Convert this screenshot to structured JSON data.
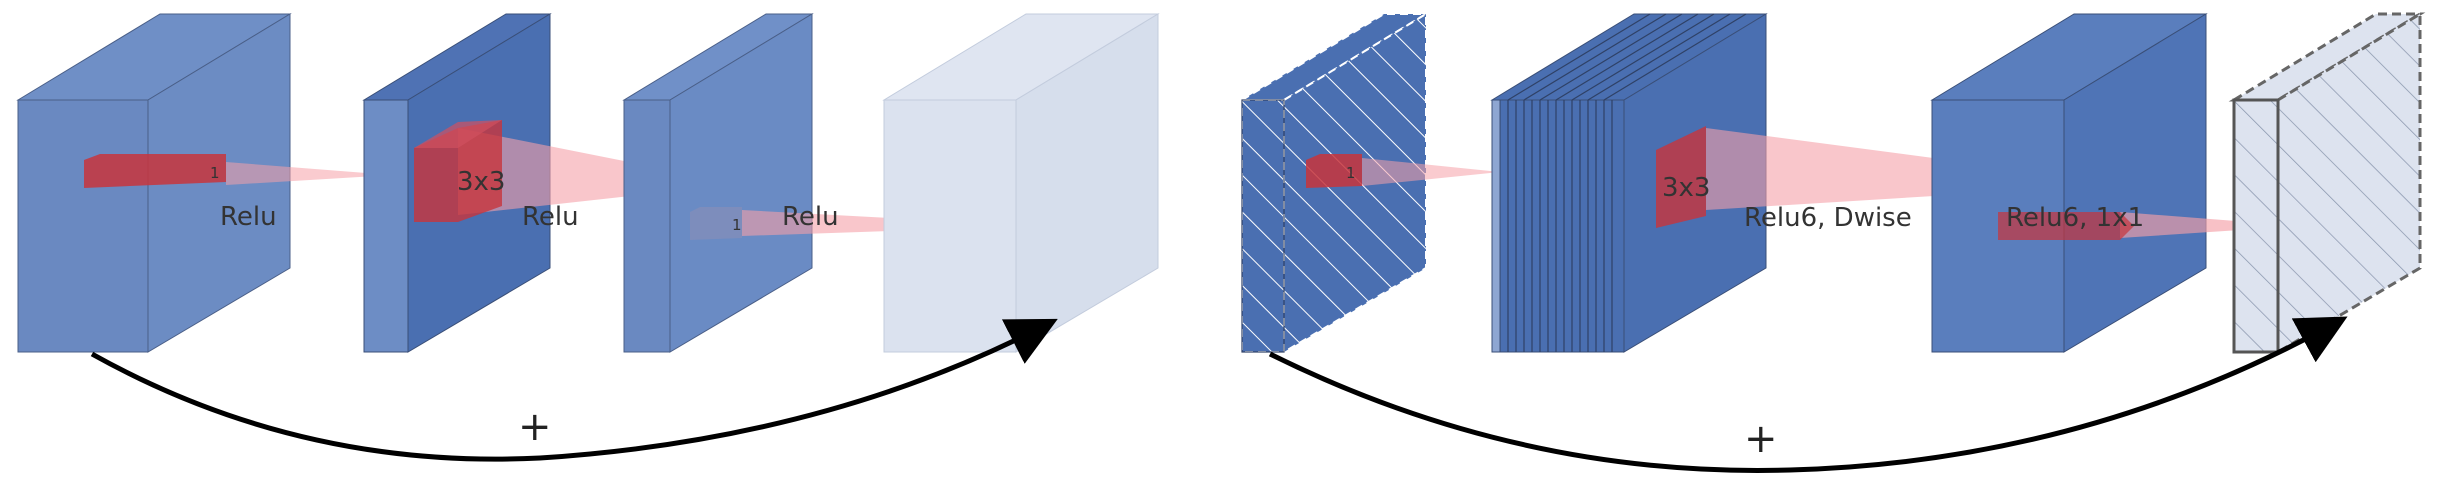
{
  "colors": {
    "block": "#5b7fbd",
    "block_light": "#dbe2ef",
    "kernel": "#c8353c",
    "cone": "#f5a0a8",
    "edge": "#3a4f78",
    "arrow": "#000000"
  },
  "left_block": {
    "labels": {
      "relu_1": "Relu",
      "kernel_3x3": "3x3",
      "relu_2": "Relu",
      "relu_3": "Relu",
      "kernel_1a": "1",
      "kernel_1b": "1"
    },
    "skip_symbol": "+"
  },
  "right_block": {
    "labels": {
      "kernel_1": "1",
      "kernel_3x3": "3x3",
      "relu6_dwise": "Relu6, Dwise",
      "relu6_1x1": "Relu6, 1x1"
    },
    "skip_symbol": "+"
  }
}
